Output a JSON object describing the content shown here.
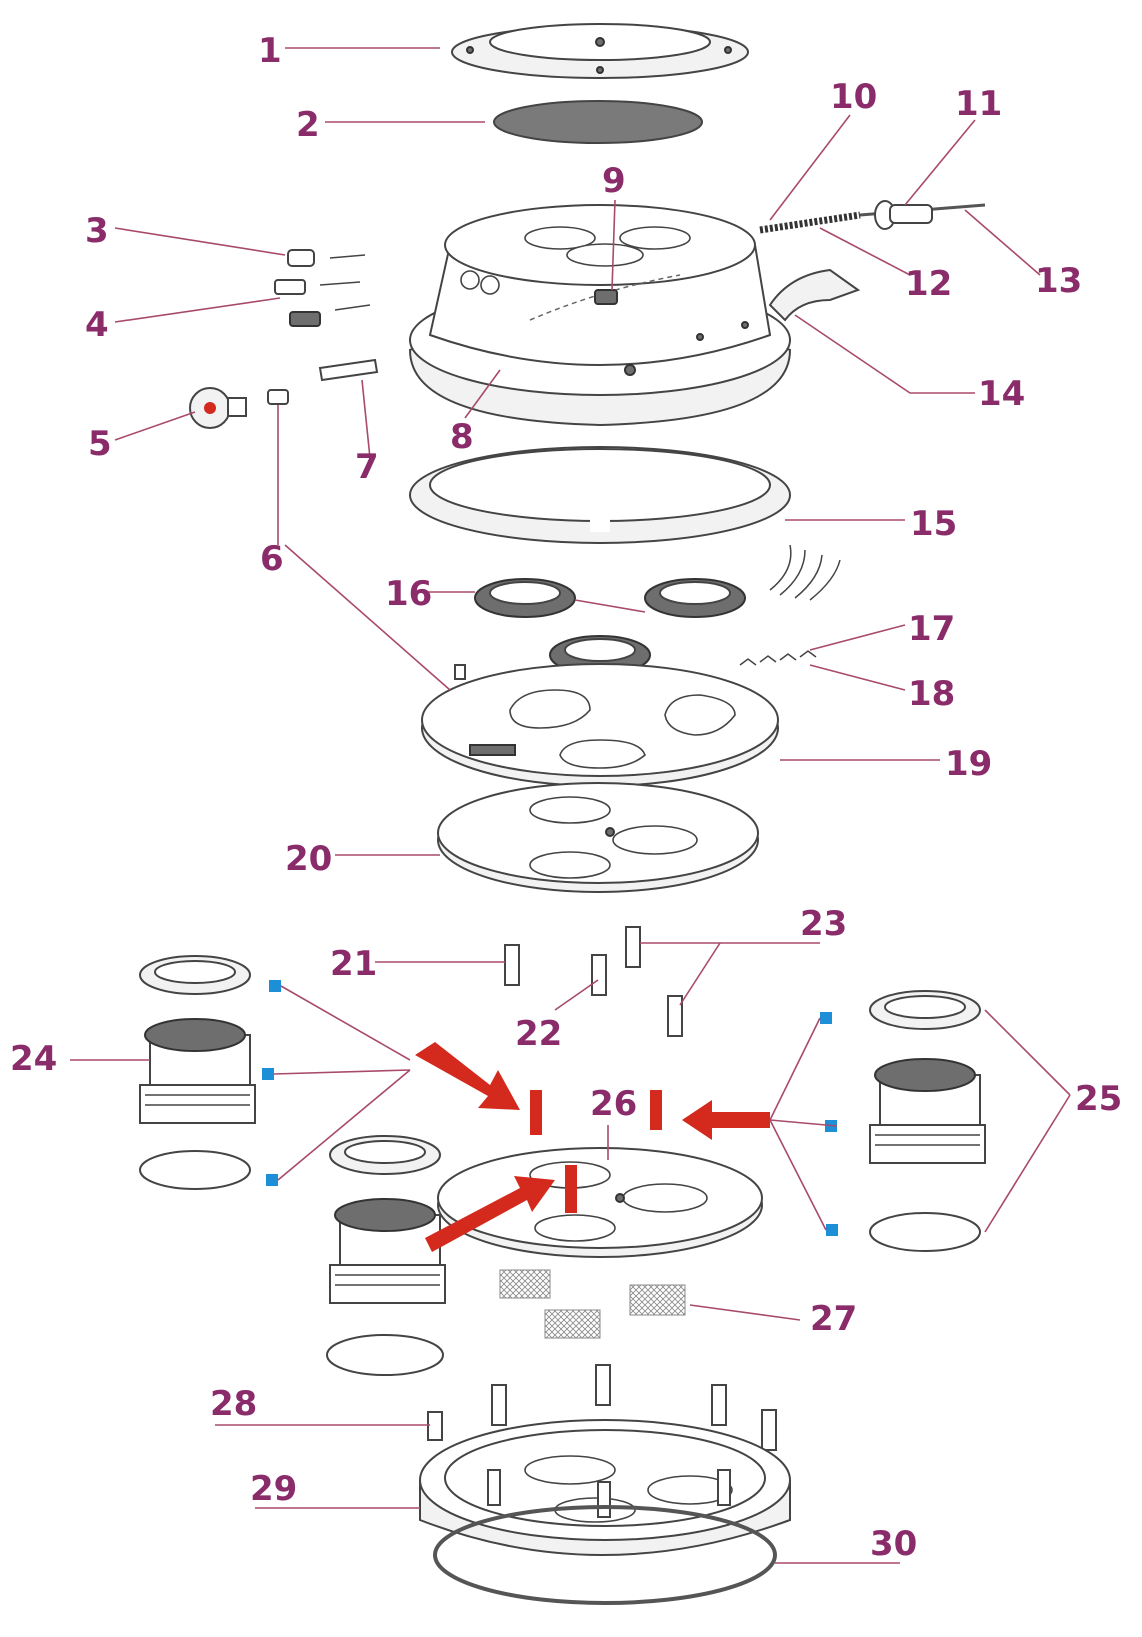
{
  "diagram": {
    "labels": [
      {
        "id": "1",
        "text": "1"
      },
      {
        "id": "2",
        "text": "2"
      },
      {
        "id": "3",
        "text": "3"
      },
      {
        "id": "4",
        "text": "4"
      },
      {
        "id": "5",
        "text": "5"
      },
      {
        "id": "6",
        "text": "6"
      },
      {
        "id": "7",
        "text": "7"
      },
      {
        "id": "8",
        "text": "8"
      },
      {
        "id": "9",
        "text": "9"
      },
      {
        "id": "10",
        "text": "10"
      },
      {
        "id": "11",
        "text": "11"
      },
      {
        "id": "12",
        "text": "12"
      },
      {
        "id": "13",
        "text": "13"
      },
      {
        "id": "14",
        "text": "14"
      },
      {
        "id": "15",
        "text": "15"
      },
      {
        "id": "16",
        "text": "16"
      },
      {
        "id": "17",
        "text": "17"
      },
      {
        "id": "18",
        "text": "18"
      },
      {
        "id": "19",
        "text": "19"
      },
      {
        "id": "20",
        "text": "20"
      },
      {
        "id": "21",
        "text": "21"
      },
      {
        "id": "22",
        "text": "22"
      },
      {
        "id": "23",
        "text": "23"
      },
      {
        "id": "24",
        "text": "24"
      },
      {
        "id": "25",
        "text": "25"
      },
      {
        "id": "26",
        "text": "26"
      },
      {
        "id": "27",
        "text": "27"
      },
      {
        "id": "28",
        "text": "28"
      },
      {
        "id": "29",
        "text": "29"
      },
      {
        "id": "30",
        "text": "30"
      }
    ],
    "colors": {
      "label": "#8a2b6a",
      "leader": "#a84a6a",
      "arrow": "#d42a1e",
      "marker": "#1d8fd6",
      "outline": "#444444"
    }
  }
}
